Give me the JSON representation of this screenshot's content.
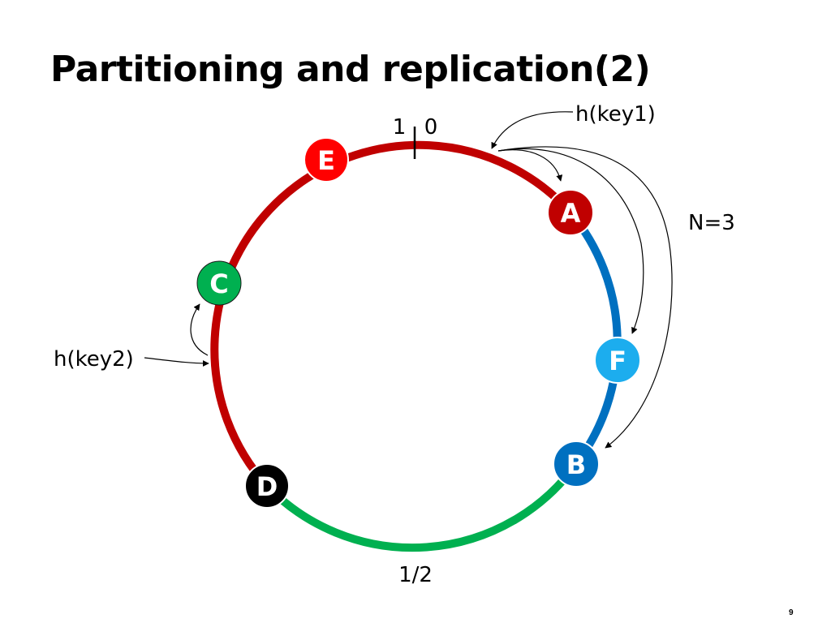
{
  "slide": {
    "title": "Partitioning and replication(2)",
    "page_number": "9"
  },
  "ring": {
    "top_label_left": "1",
    "top_label_right": "0",
    "bottom_label": "1/2",
    "segment_colors": {
      "red": "#c00000",
      "blue": "#0070c0",
      "green": "#00b050"
    },
    "nodes": [
      {
        "label": "E",
        "color": "#ff0000"
      },
      {
        "label": "A",
        "color": "#c00000"
      },
      {
        "label": "C",
        "color": "#00b050"
      },
      {
        "label": "F",
        "color": "#1cadee"
      },
      {
        "label": "B",
        "color": "#0070c0"
      },
      {
        "label": "D",
        "color": "#000000"
      }
    ]
  },
  "annotations": {
    "key1_label": "h(key1)",
    "key2_label": "h(key2)",
    "replication_label": "N=3"
  }
}
